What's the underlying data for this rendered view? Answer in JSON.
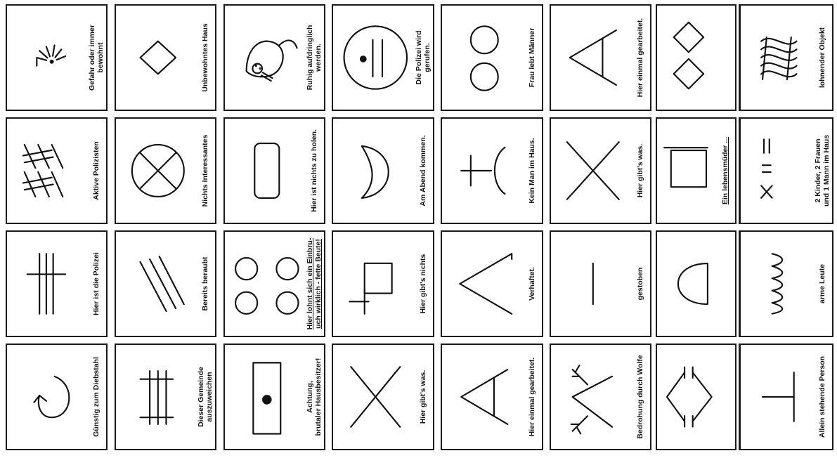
{
  "rows": [
    [
      "Gefahr oder immer bewohnt",
      "Unbewohntes Haus",
      "Ruhig aufdringlich werden.",
      "Die Polizei wird gerufen.",
      "Frau lebt Männer",
      "Hier einmal gearbeitet.",
      "",
      "lohnender Objekt"
    ],
    [
      "Aktive Polizisten",
      "Nichts Interessantes",
      "Hier ist nichts zu holen.",
      "Am Abend kommen.",
      "Kein Man im Haus.",
      "Hier gibt's was.",
      "Ein lebensmüder ...",
      "2 Kinder, 2 Frauen und 1 Mann im Haus"
    ],
    [
      "Hier ist die Polizei",
      "Bereits beraubt",
      "Hier lohnt sich ein Einbruch wirklich - fette Beute!",
      "Hier gibt's nichts",
      "Verhaftet.",
      "gestoben",
      "",
      "arme Leute"
    ],
    [
      "Günstig zum Diebstahl",
      "Dieser Gemeinde auszuweichen",
      "Achtung, brutaler Hausbesitzer!",
      "Hier gibt's was.",
      "Hier einmal gearbeitet.",
      "Bedrohung durch Wolfe",
      "",
      "Allein stehende Person"
    ]
  ],
  "split_captions": {
    "r0c0": [
      "Gefahr oder immer",
      "bewohnt"
    ],
    "r0c2": [
      "Ruhig aufdringlich",
      "werden."
    ],
    "r0c3": [
      "Die Polizei wird",
      "gerufen."
    ],
    "r1c7": [
      "2 Kinder, 2 Frauen",
      "und 1 Mann im Haus"
    ],
    "r2c2": [
      "Hier lohnt sich ein Einbru-",
      "uch wirklich - fette Beute!"
    ],
    "r3c1": [
      "Dieser Gemeinde",
      "auszuweichen"
    ],
    "r3c2": [
      "Achtung,",
      "brutaler Hausbesitzer!"
    ]
  },
  "symbols": [
    [
      "sunburst",
      "diamond",
      "mouse",
      "circle-dot-lines",
      "two-circles",
      "triangle-line",
      "two-diamonds",
      "scribble"
    ],
    [
      "crosshatch",
      "circle-x",
      "rounded-rect",
      "crescent",
      "t-arc",
      "big-x",
      "square-bar",
      "ii-cross-x"
    ],
    [
      "three-lines-cross",
      "three-diagonals",
      "four-circles",
      "square-cross",
      "open-triangle",
      "single-line",
      "half-disc",
      "wave"
    ],
    [
      "curved-arrow",
      "ladder",
      "rect-dot",
      "x-shape",
      "triangle-line",
      "triangle-branches",
      "capacitor-diamond",
      "t-shape"
    ]
  ]
}
